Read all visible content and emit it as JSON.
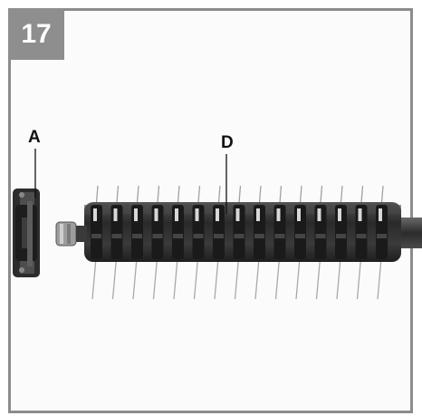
{
  "figure": {
    "step_number": "17",
    "callouts": {
      "a": "A",
      "d": "D"
    }
  },
  "colors": {
    "frame_border": "#8c8c8c",
    "badge_background": "#8e8e8e",
    "badge_text": "#ffffff",
    "roller_dark": "#2c2c2c",
    "tine_wire": "#9a9a9a"
  },
  "icons": [
    "bearing-housing-icon",
    "scarifier-roller-icon"
  ]
}
